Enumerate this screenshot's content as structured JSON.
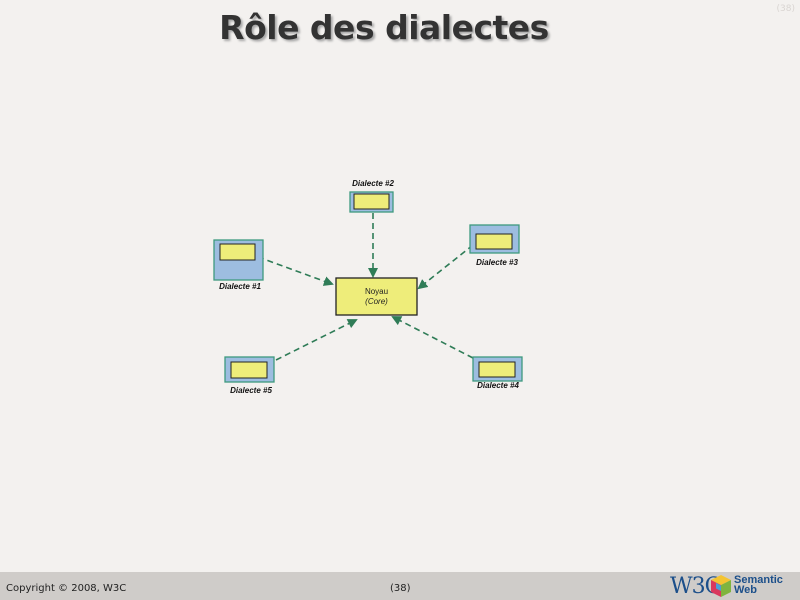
{
  "slide": {
    "title": "Rôle des dialectes",
    "page_number_top": "(38)"
  },
  "diagram": {
    "core": {
      "label": "Noyau",
      "sublabel": "(Core)"
    },
    "dialects": [
      {
        "id": "d1",
        "label": "Dialecte #1"
      },
      {
        "id": "d2",
        "label": "Dialecte #2"
      },
      {
        "id": "d3",
        "label": "Dialecte #3"
      },
      {
        "id": "d4",
        "label": "Dialecte #4"
      },
      {
        "id": "d5",
        "label": "Dialecte #5"
      }
    ],
    "colors": {
      "box_blue": "#9dbde0",
      "box_border": "#3e9a7e",
      "inner_yellow": "#eeed7a",
      "arrow": "#2f7c57"
    }
  },
  "footer": {
    "copyright": "Copyright © 2008, W3C",
    "page_number": "(38)",
    "logo_w3c": "W3C",
    "logo_line1": "Semantic",
    "logo_line2": "Web"
  }
}
